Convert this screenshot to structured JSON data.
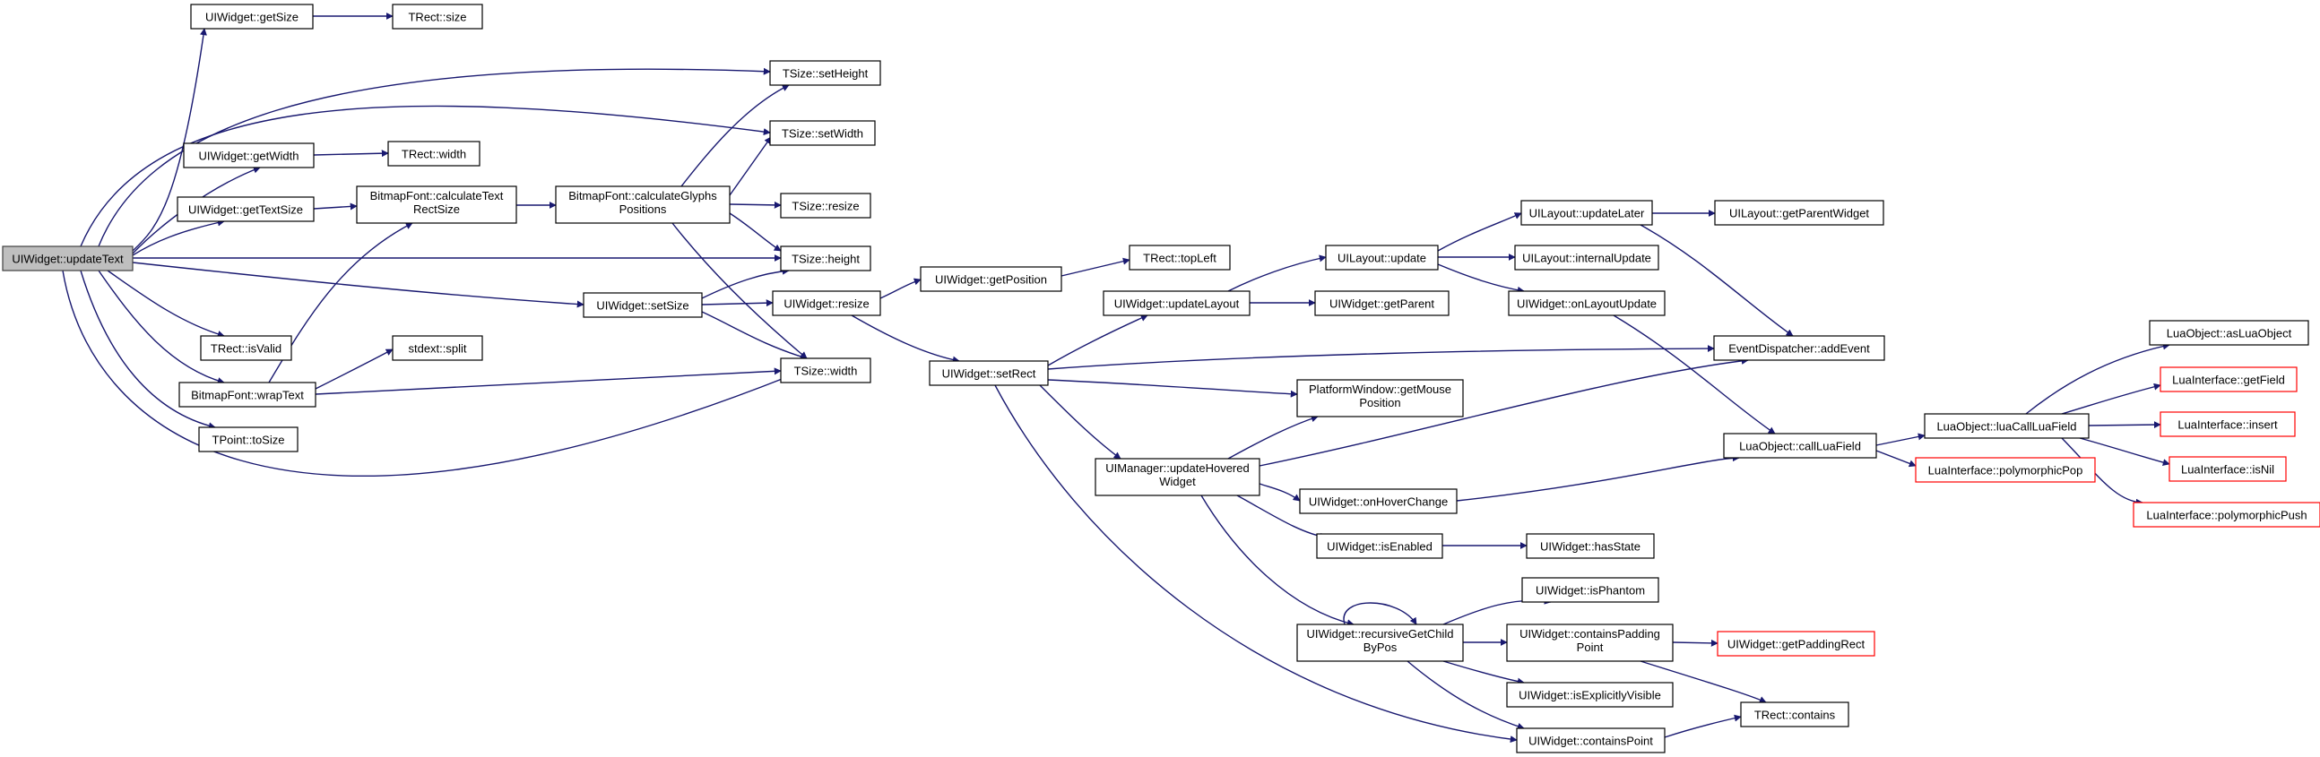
{
  "colors": {
    "edge": "#191970",
    "node_border": "#000000",
    "root_fill": "#bfbfbf",
    "root_border": "#404040",
    "external_border": "#ff0000",
    "node_fill": "#ffffff"
  },
  "nodes": {
    "updateText": [
      "UIWidget::updateText"
    ],
    "getSize": [
      "UIWidget::getSize"
    ],
    "rectSize": [
      "TRect::size"
    ],
    "setHeight": [
      "TSize::setHeight"
    ],
    "setWidth": [
      "TSize::setWidth"
    ],
    "getWidth": [
      "UIWidget::getWidth"
    ],
    "rectWidth": [
      "TRect::width"
    ],
    "getTextSize": [
      "UIWidget::getTextSize"
    ],
    "calcTextRect": [
      "BitmapFont::calculateText",
      "RectSize"
    ],
    "calcGlyphs": [
      "BitmapFont::calculateGlyphs",
      "Positions"
    ],
    "resize": [
      "TSize::resize"
    ],
    "height": [
      "TSize::height"
    ],
    "setSize": [
      "UIWidget::setSize"
    ],
    "wResize": [
      "UIWidget::resize"
    ],
    "tsWidth": [
      "TSize::width"
    ],
    "isValid": [
      "TRect::isValid"
    ],
    "split": [
      "stdext::split"
    ],
    "wrapText": [
      "BitmapFont::wrapText"
    ],
    "toSize": [
      "TPoint::toSize"
    ],
    "getPosition": [
      "UIWidget::getPosition"
    ],
    "topLeft": [
      "TRect::topLeft"
    ],
    "setRect": [
      "UIWidget::setRect"
    ],
    "updateLayout": [
      "UIWidget::updateLayout"
    ],
    "layUpdate": [
      "UILayout::update"
    ],
    "getParent": [
      "UIWidget::getParent"
    ],
    "updateLater": [
      "UILayout::updateLater"
    ],
    "getParentWidget": [
      "UILayout::getParentWidget"
    ],
    "internalUpdate": [
      "UILayout::internalUpdate"
    ],
    "onLayoutUpdate": [
      "UIWidget::onLayoutUpdate"
    ],
    "addEvent": [
      "EventDispatcher::addEvent"
    ],
    "getMousePos": [
      "PlatformWindow::getMouse",
      "Position"
    ],
    "updateHovered": [
      "UIManager::updateHovered",
      "Widget"
    ],
    "onHoverChange": [
      "UIWidget::onHoverChange"
    ],
    "callLuaField": [
      "LuaObject::callLuaField"
    ],
    "luaCallLuaField": [
      "LuaObject::luaCallLuaField"
    ],
    "polyPop": [
      "LuaInterface::polymorphicPop"
    ],
    "asLuaObject": [
      "LuaObject::asLuaObject"
    ],
    "getField": [
      "LuaInterface::getField"
    ],
    "insert": [
      "LuaInterface::insert"
    ],
    "isNil": [
      "LuaInterface::isNil"
    ],
    "polyPush": [
      "LuaInterface::polymorphicPush"
    ],
    "isEnabled": [
      "UIWidget::isEnabled"
    ],
    "hasState": [
      "UIWidget::hasState"
    ],
    "isPhantom": [
      "UIWidget::isPhantom"
    ],
    "recGetChild": [
      "UIWidget::recursiveGetChild",
      "ByPos"
    ],
    "containsPadding": [
      "UIWidget::containsPadding",
      "Point"
    ],
    "getPaddingRect": [
      "UIWidget::getPaddingRect"
    ],
    "isExplicit": [
      "UIWidget::isExplicitlyVisible"
    ],
    "contains": [
      "TRect::contains"
    ],
    "containsPoint": [
      "UIWidget::containsPoint"
    ]
  }
}
